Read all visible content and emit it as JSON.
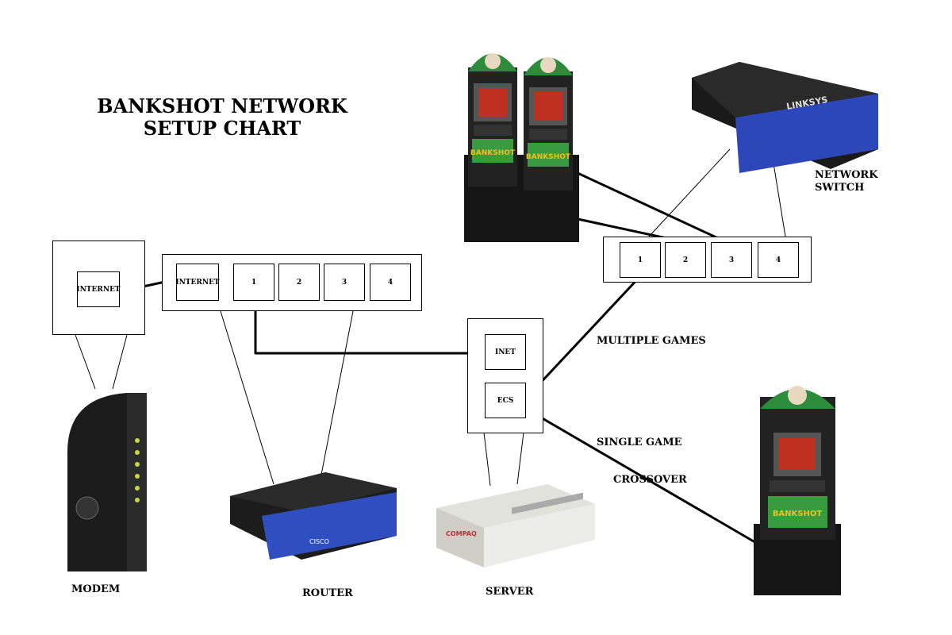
{
  "title": {
    "line1": "BANKSHOT NETWORK",
    "line2": "SETUP CHART"
  },
  "modem": {
    "port": "INTERNET",
    "label": "MODEM"
  },
  "router": {
    "ports": [
      "INTERNET",
      "1",
      "2",
      "3",
      "4"
    ],
    "label": "ROUTER",
    "brand": "CISCO"
  },
  "server": {
    "ports": [
      "INET",
      "ECS"
    ],
    "label": "SERVER",
    "brand": "COMPAQ"
  },
  "switch": {
    "ports": [
      "1",
      "2",
      "3",
      "4"
    ],
    "label_line1": "NETWORK",
    "label_line2": "SWITCH",
    "brand": "LINKSYS"
  },
  "connections": {
    "multiple": "MULTIPLE GAMES",
    "single": "SINGLE GAME",
    "crossover": "CROSSOVER"
  },
  "game": {
    "marquee": "BANKSHOT"
  }
}
